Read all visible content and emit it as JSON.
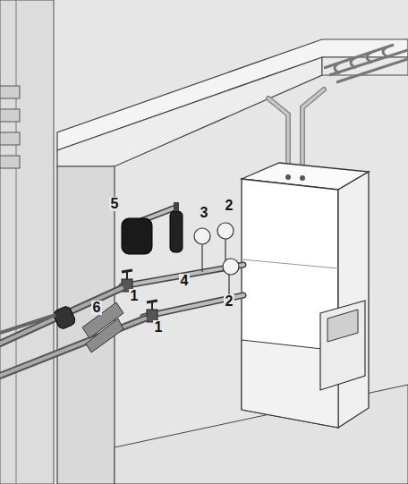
{
  "diagram": {
    "labels": [
      "5",
      "3",
      "2",
      "4",
      "1",
      "2",
      "6",
      "1"
    ]
  }
}
